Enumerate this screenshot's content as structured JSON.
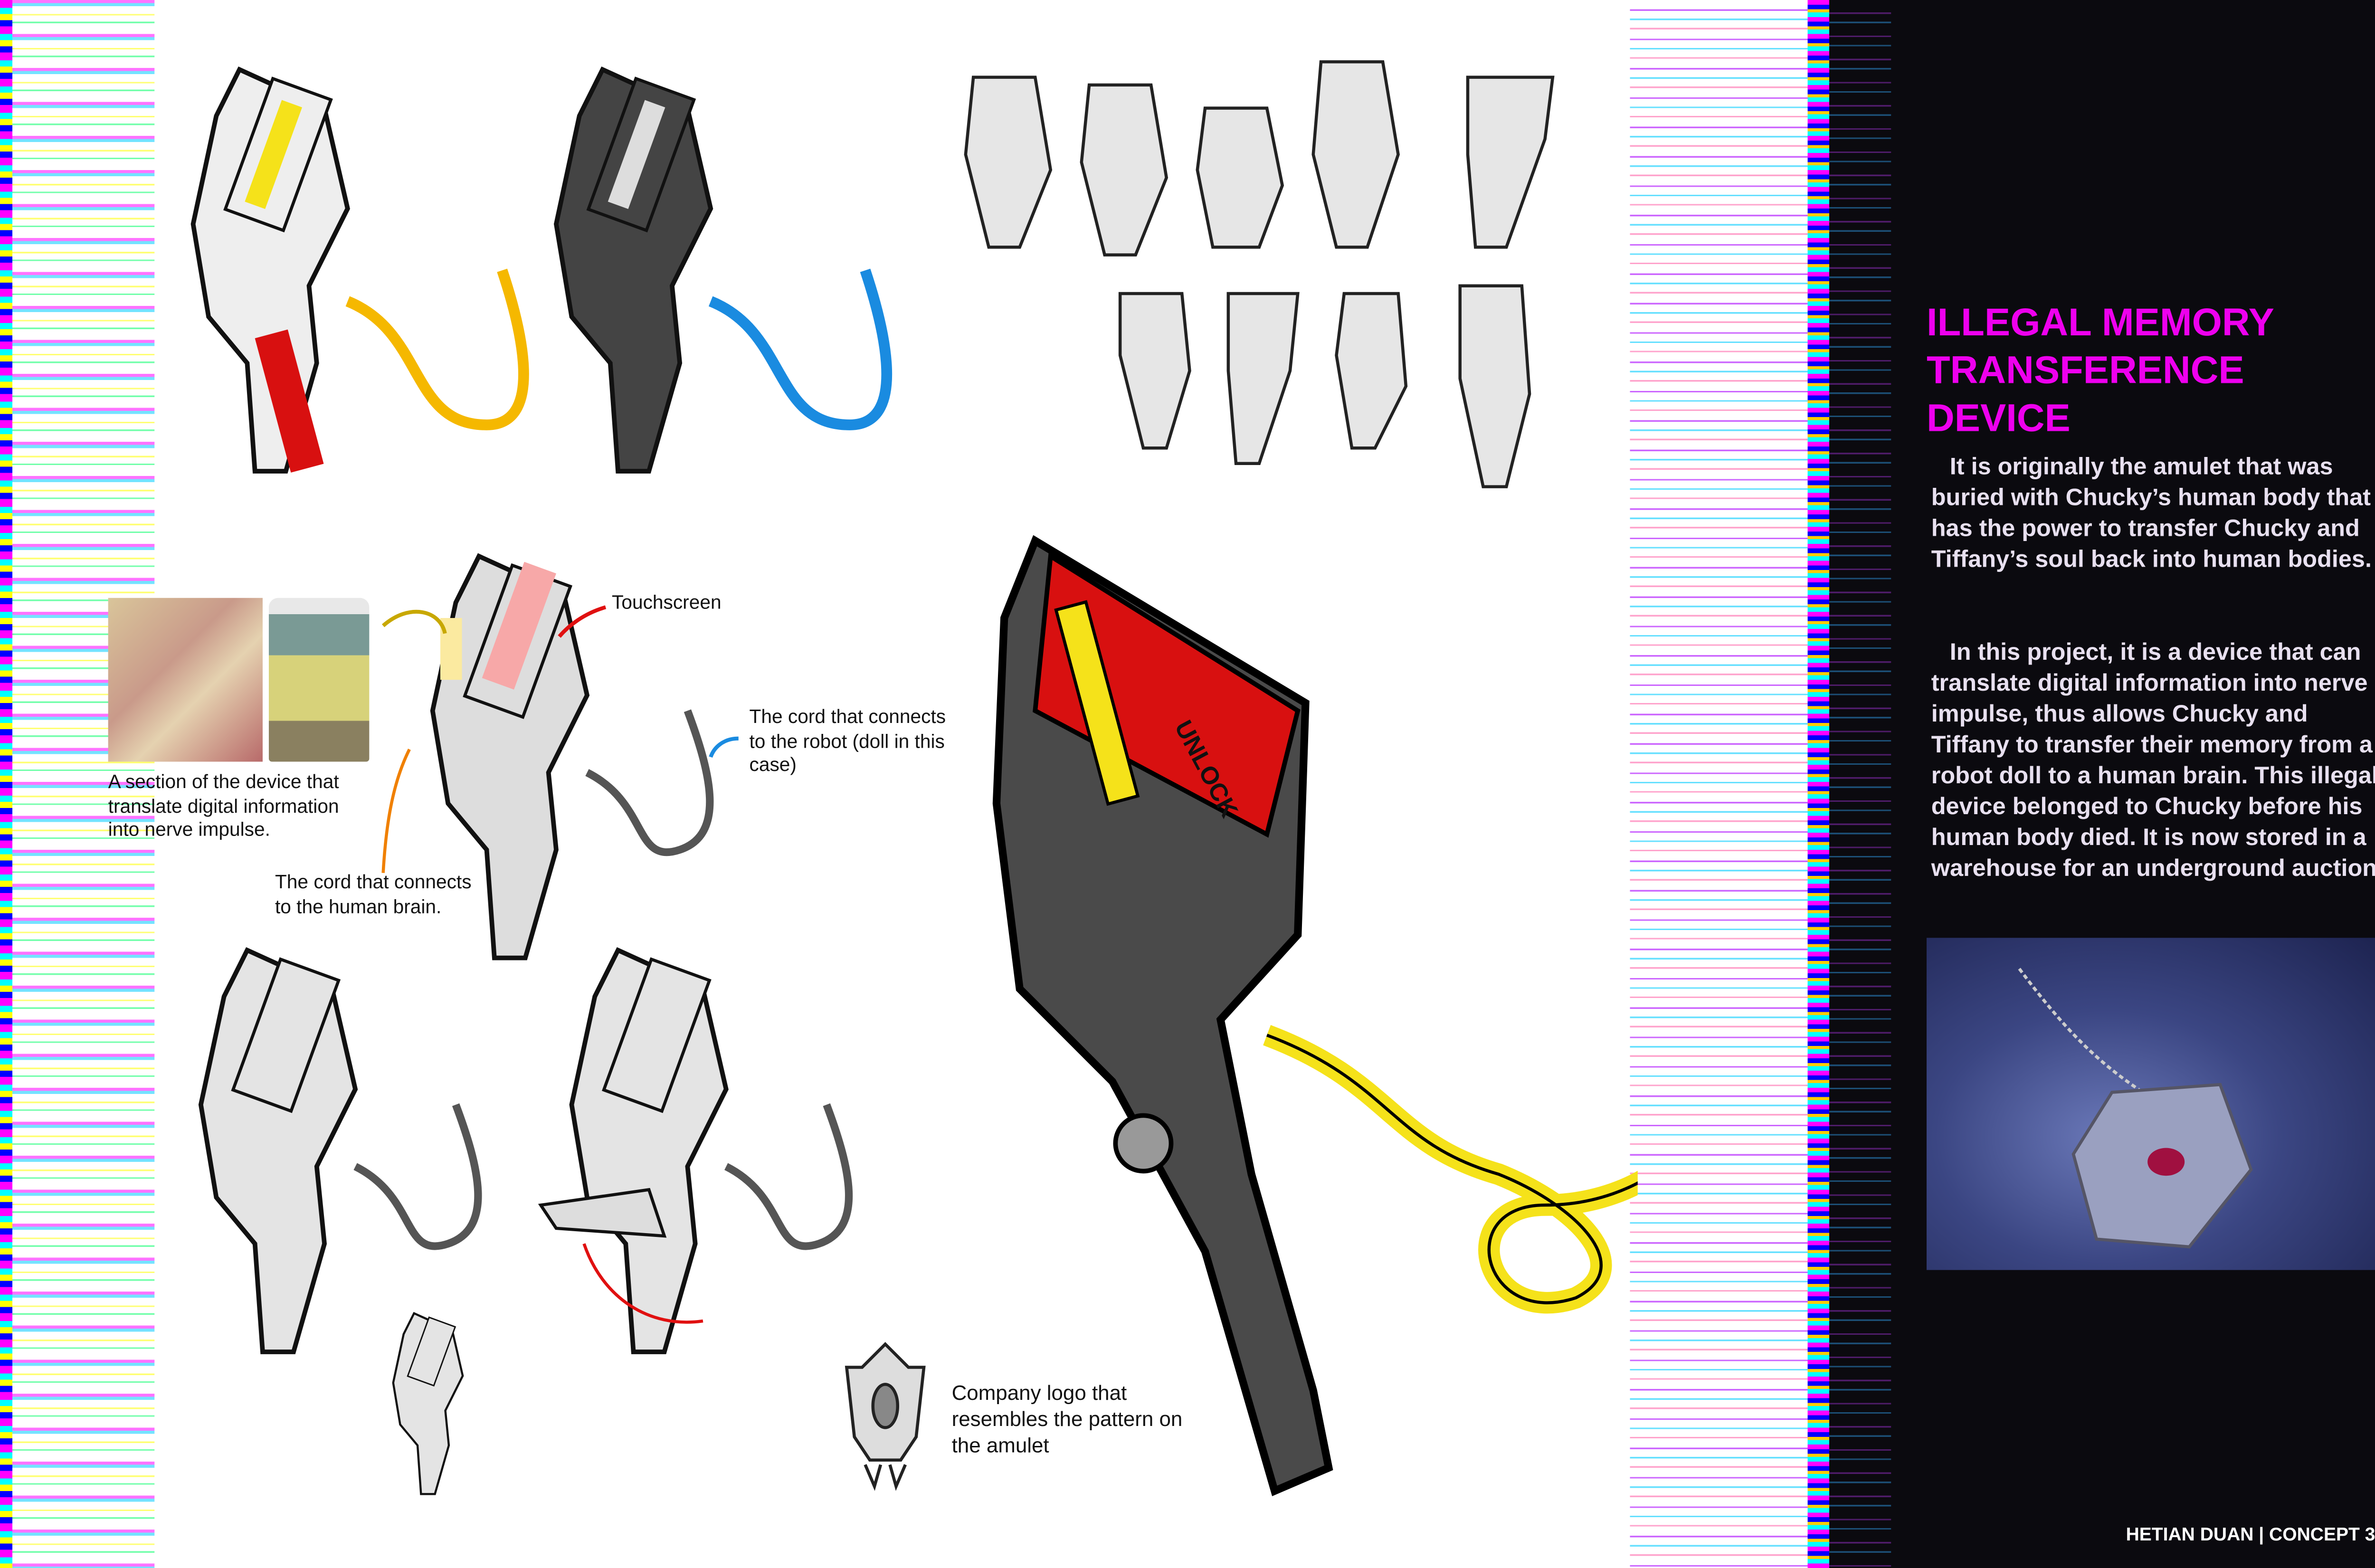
{
  "panel": {
    "title_lines": [
      "ILLEGAL MEMORY",
      "TRANSFERENCE",
      "DEVICE"
    ],
    "paragraph_1": "It is originally the amulet that was buried with Chucky’s human body that has the power to transfer Chucky and Tiffany’s soul back into human bodies.",
    "paragraph_2": "In this project, it is a device that can translate digital information into nerve impulse, thus allows Chucky and Tiffany to transfer their memory from a robot doll to a human brain. This illegal device belonged to Chucky before his human body died. It is now stored in a warehouse for an underground auction.",
    "credit": "HETIAN DUAN | CONCEPT 3"
  },
  "annotations": {
    "touchscreen": "Touchscreen",
    "robot_cord": "The cord that connects to the robot (doll in this case)",
    "section": "A section of the device that translate digital information into nerve impulse.",
    "brain_cord": "The cord that connects to the human brain.",
    "logo": "Company logo that resembles the pattern on the amulet"
  },
  "device_screen_text": "UNLOCK",
  "colors": {
    "title": "#ee00ee",
    "panel_bg": "#0b0a0f",
    "cord_yellow": "#f5e21a",
    "cord_blue": "#1a8be0",
    "device_red": "#d81010"
  }
}
